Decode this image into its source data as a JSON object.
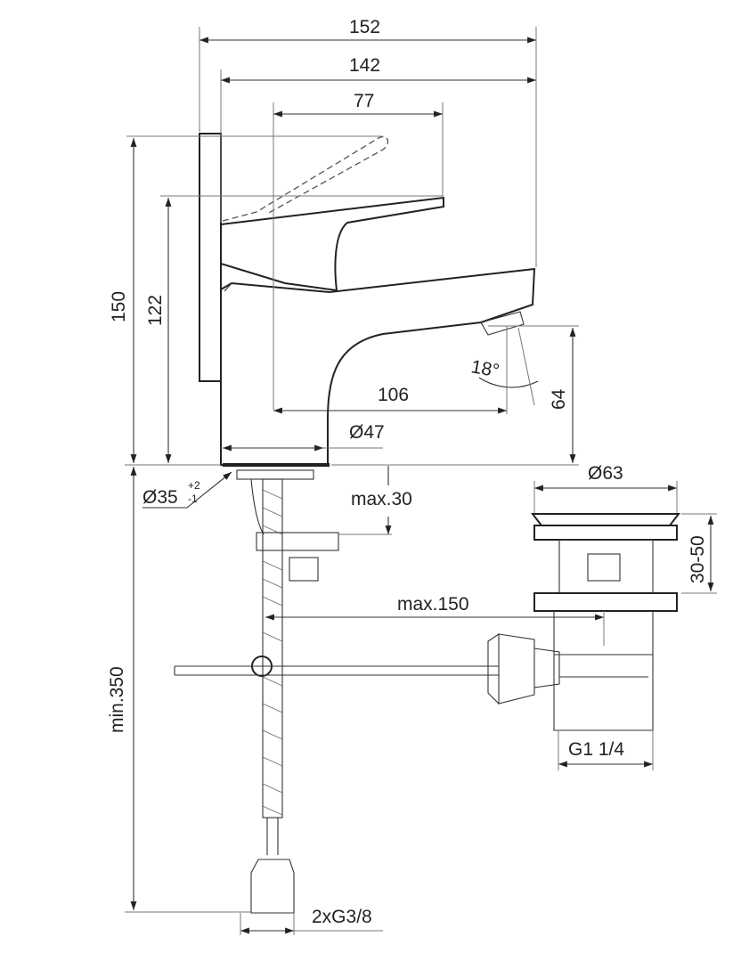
{
  "dimensions": {
    "width_152": "152",
    "width_142": "142",
    "width_77": "77",
    "height_150": "150",
    "height_122": "122",
    "reach_106": "106",
    "base_dia": "Ø47",
    "spout_height": "64",
    "angle": "18°",
    "hole_dia": "Ø35",
    "hole_tol_plus": "+2",
    "hole_tol_minus": "-1",
    "max_thickness": "max.30",
    "waste_dia": "Ø63",
    "waste_height": "30-50",
    "rod_max": "max.150",
    "min_length": "min.350",
    "waste_thread": "G1 1/4",
    "hose_thread": "2xG3/8"
  }
}
